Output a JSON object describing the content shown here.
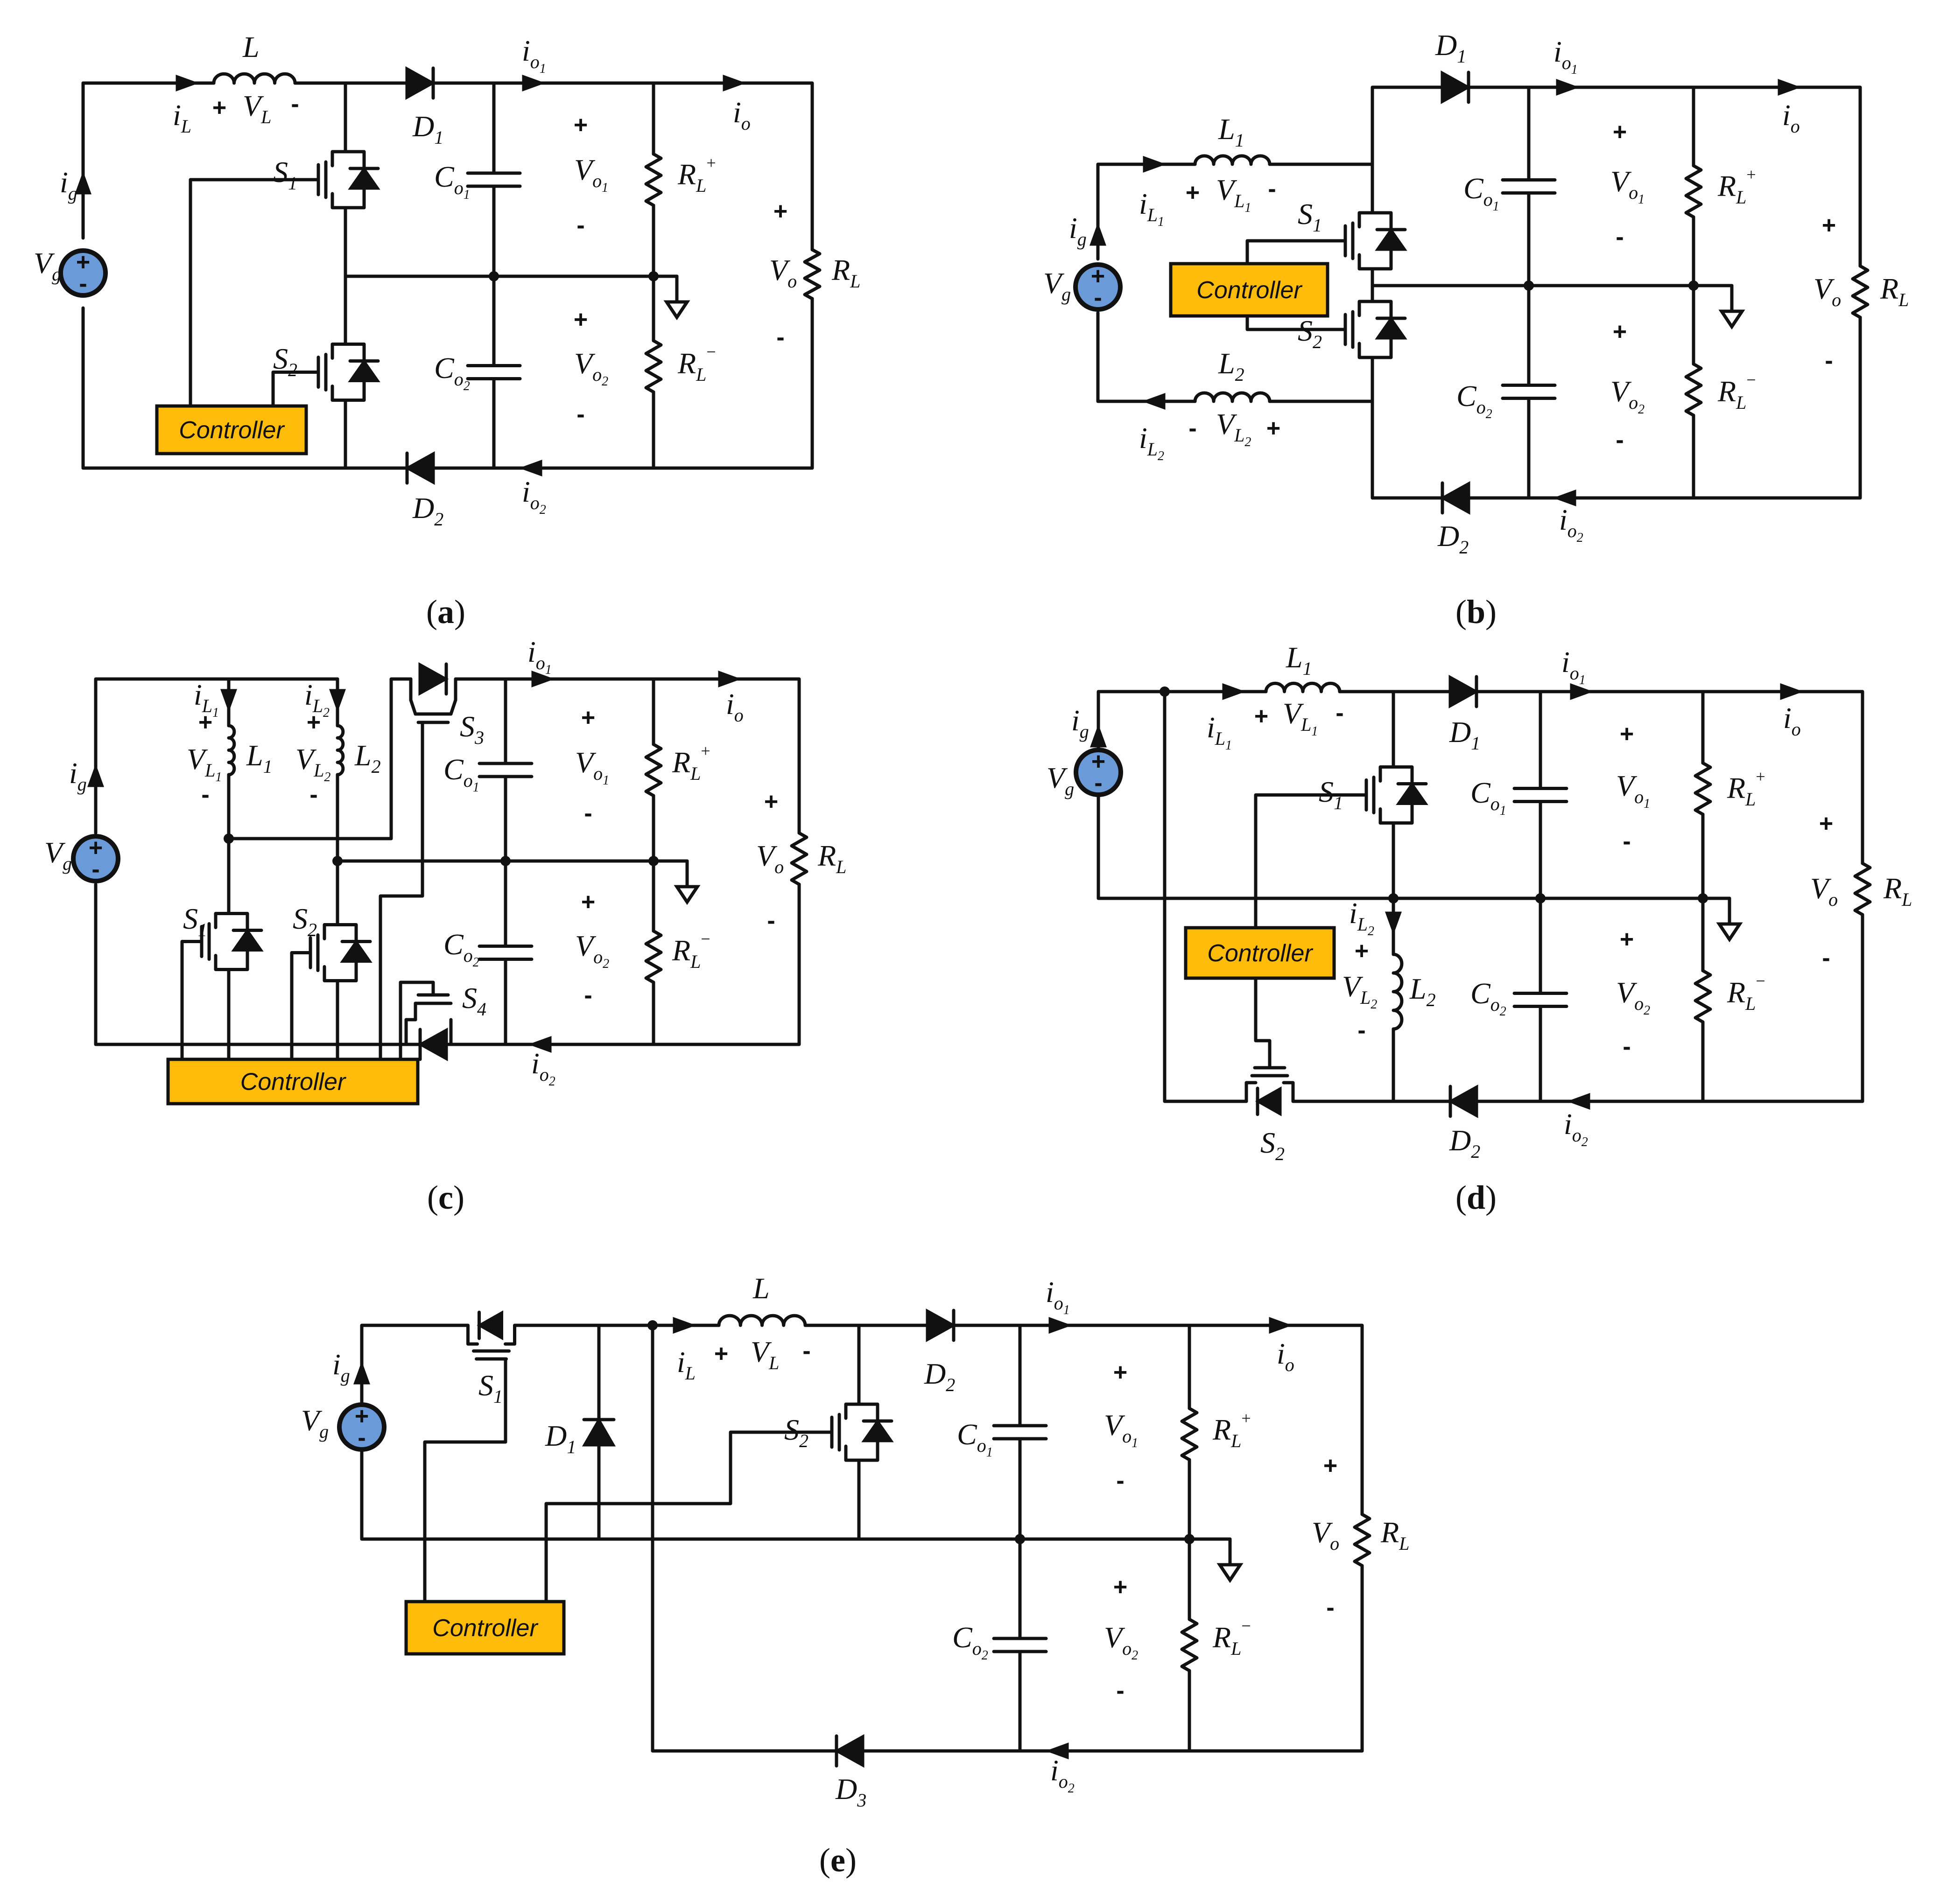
{
  "colors": {
    "controller_fill": "#FFBC0A",
    "source_fill": "#6A9AD8",
    "wire": "#111111"
  },
  "captions": {
    "a": "a",
    "b": "b",
    "c": "c",
    "d": "d",
    "e": "e"
  },
  "controller_label": "Controller",
  "labels": {
    "L": "L",
    "L1": "L",
    "L2": "L",
    "VL": "V",
    "VL1": "V",
    "VL2": "V",
    "iL": "i",
    "iL1": "i",
    "iL2": "i",
    "D1": "D",
    "D2": "D",
    "D3": "D",
    "S1": "S",
    "S2": "S",
    "S3": "S",
    "S4": "S",
    "Co1": "C",
    "Co2": "C",
    "Vo1": "V",
    "Vo2": "V",
    "Vo": "V",
    "RLp": "R",
    "RLm": "R",
    "RL": "R",
    "io1": "i",
    "io2": "i",
    "io": "i",
    "ig": "i",
    "Vg": "V"
  },
  "subscripts": {
    "L": "L",
    "one": "1",
    "two": "2",
    "three": "3",
    "four": "4",
    "o": "o",
    "o1": "o1",
    "o2": "o2",
    "g": "g",
    "L1": "L1",
    "L2": "L2"
  },
  "signs": {
    "plus": "+",
    "minus": "-",
    "plus_sup": "+",
    "minus_sup": "−"
  }
}
